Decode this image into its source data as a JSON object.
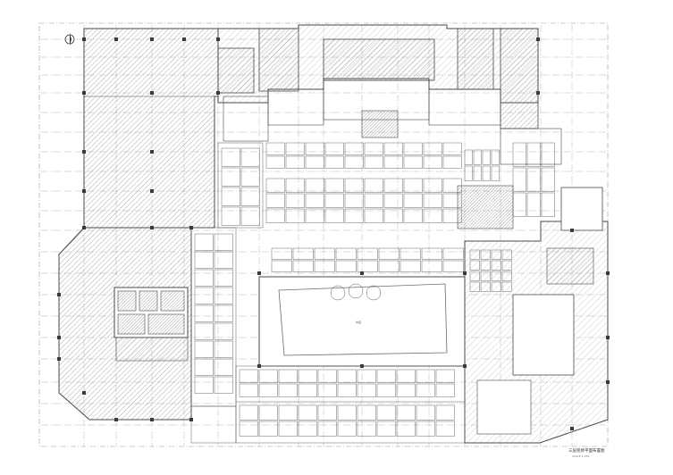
{
  "drawing": {
    "title": "三层装修平面布置图",
    "scale": "SCALE 1:150",
    "north_arrow": "north-arrow-icon",
    "atrium_label": "中庭"
  },
  "colors": {
    "line": "#4a4a4a",
    "hatch": "#8a8a8a",
    "light": "#bdbdbd",
    "axis": "#9a9a9a"
  }
}
